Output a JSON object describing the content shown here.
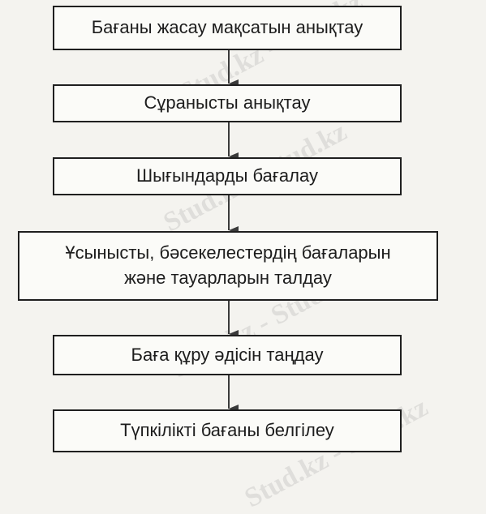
{
  "diagram": {
    "steps": [
      "Бағаны жасау мақсатын анықтау",
      "Сұранысты анықтау",
      "Шығындарды бағалау",
      "Ұсынысты, бәсекелестердің бағаларын",
      "және тауарларын талдау",
      "Баға құру әдісін таңдау",
      "Түпкілікті бағаны белгілеу"
    ],
    "arrow_color": "#3a3a3a"
  },
  "watermark": {
    "text": "Stud.kz - Stud.kz"
  }
}
